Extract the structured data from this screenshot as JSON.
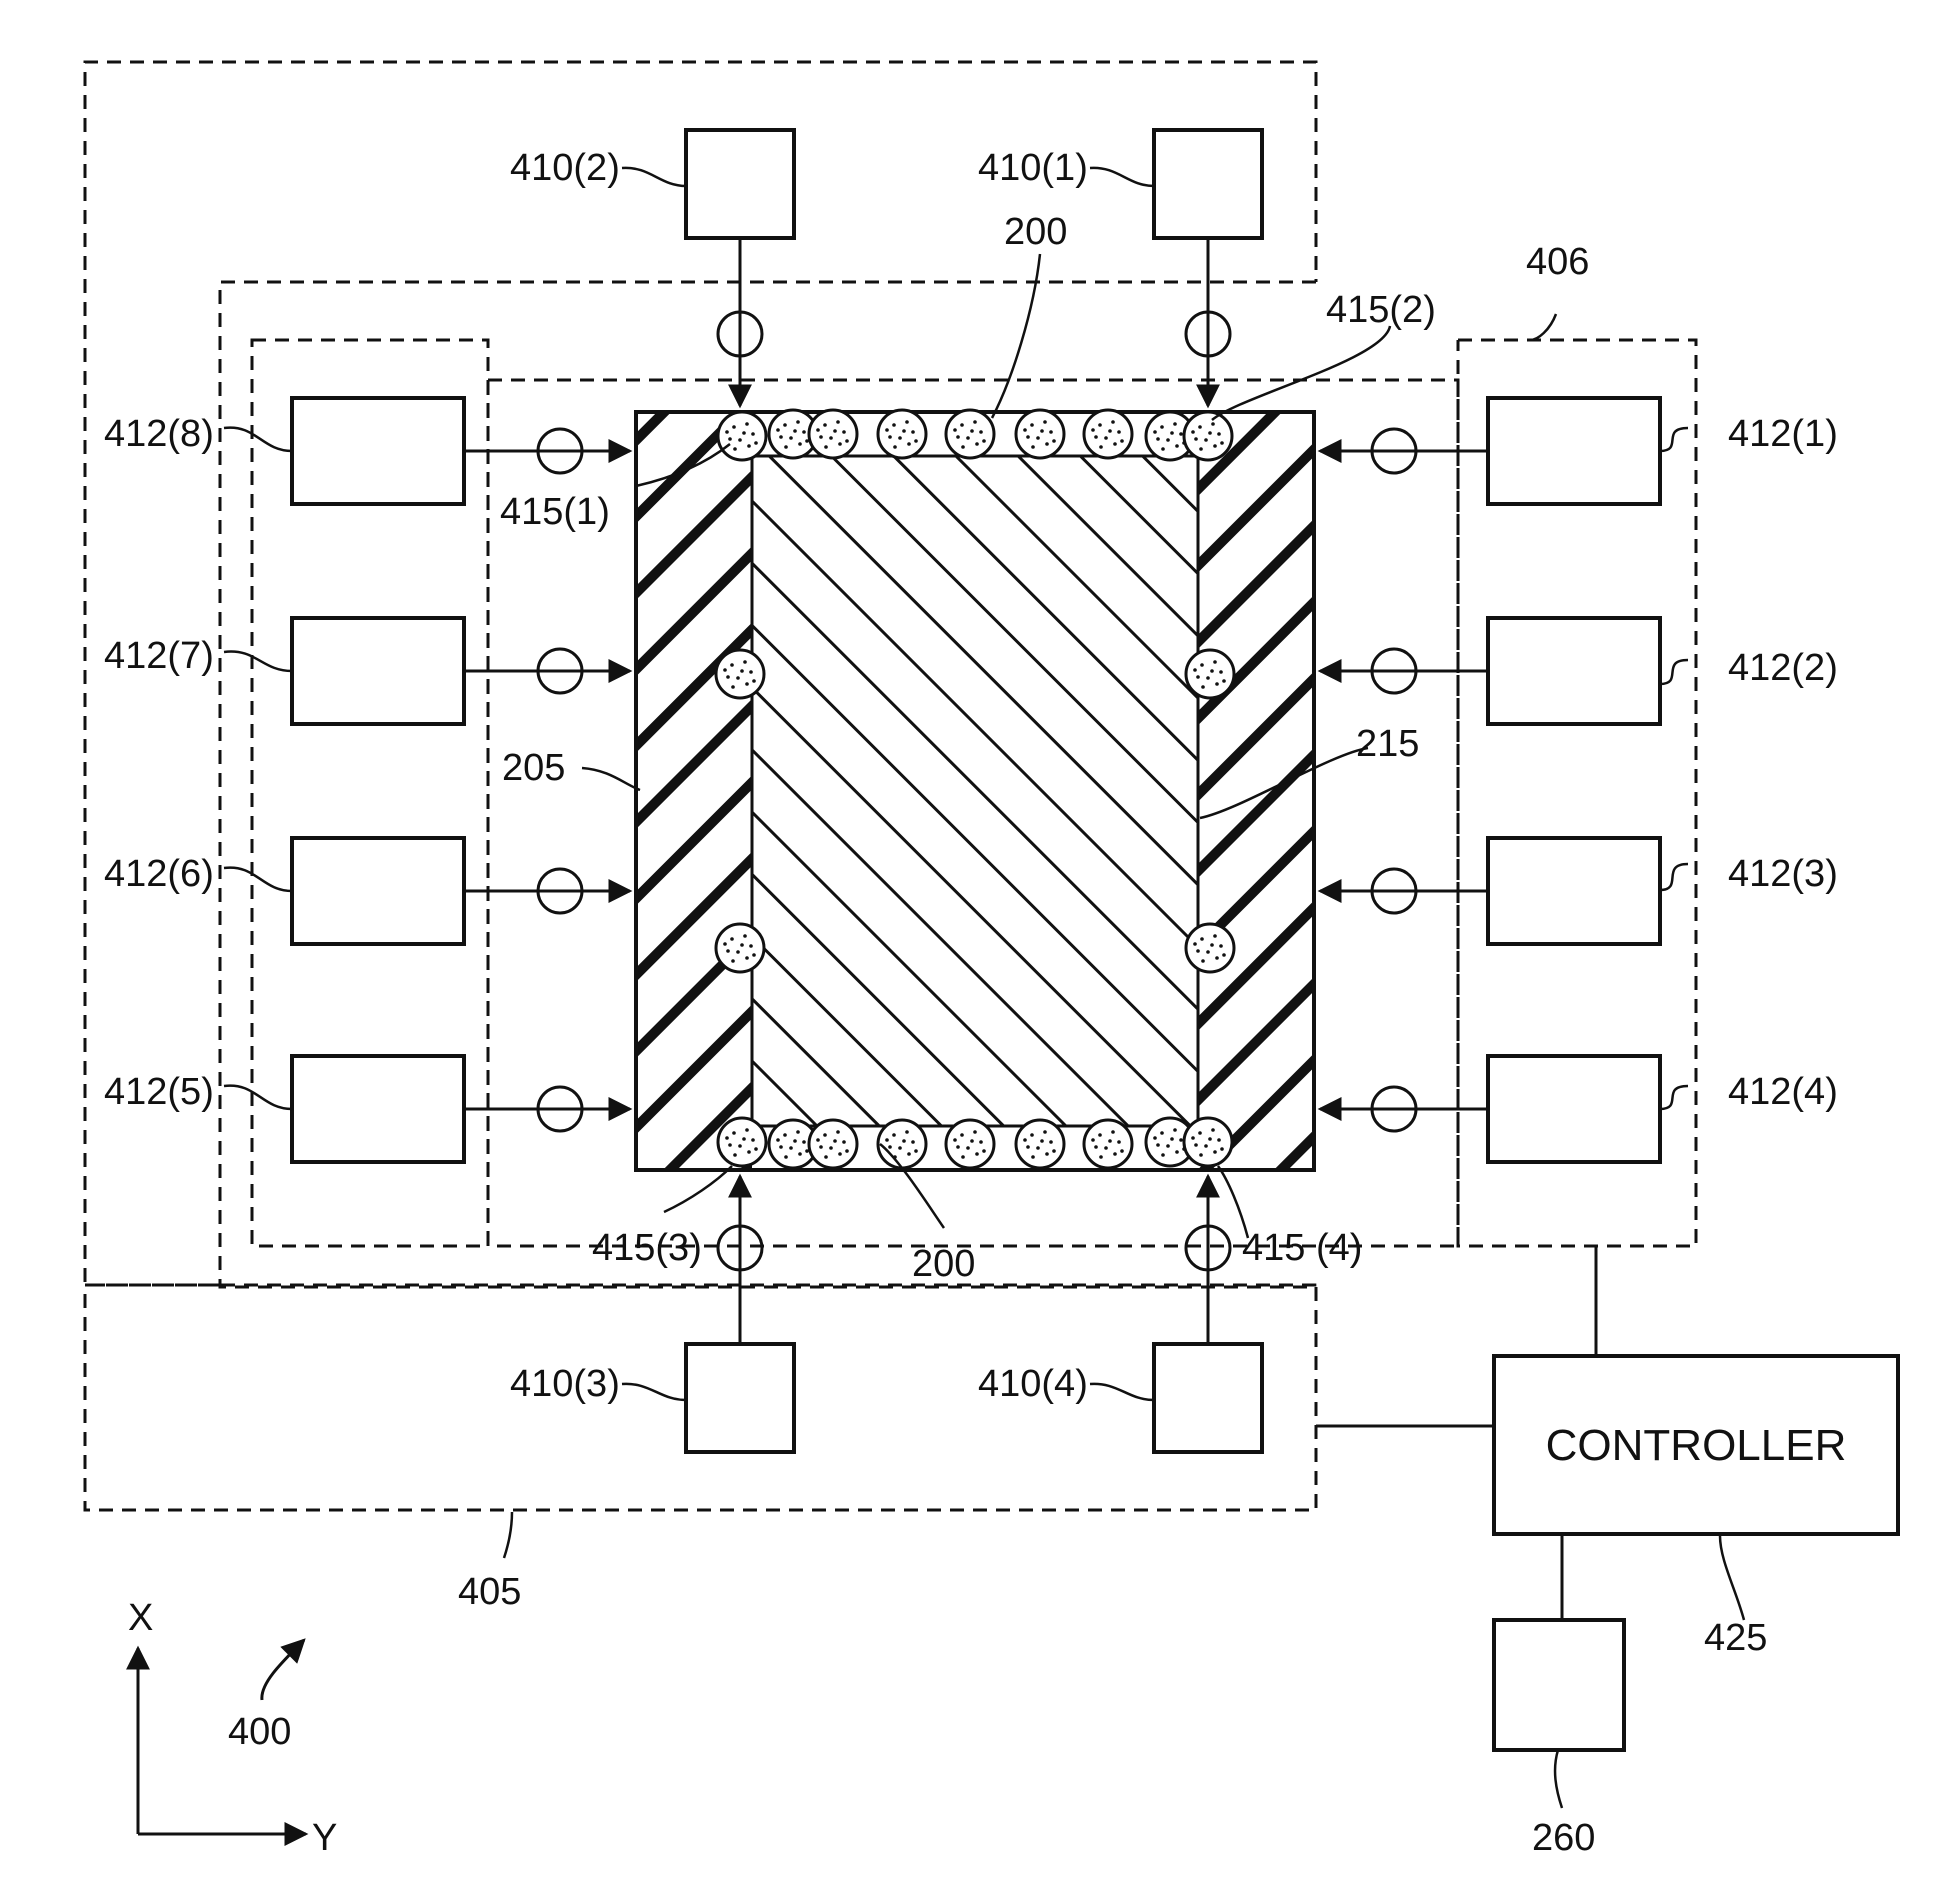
{
  "labels": {
    "l410_2": "410(2)",
    "l410_1": "410(1)",
    "l410_3": "410(3)",
    "l410_4": "410(4)",
    "l200_top": "200",
    "l200_bot": "200",
    "l406": "406",
    "l405": "405",
    "l415_1": "415(1)",
    "l415_2": "415(2)",
    "l415_3": "415(3)",
    "l415_4": "415 (4)",
    "l412_1": "412(1)",
    "l412_2": "412(2)",
    "l412_3": "412(3)",
    "l412_4": "412(4)",
    "l412_5": "412(5)",
    "l412_6": "412(6)",
    "l412_7": "412(7)",
    "l412_8": "412(8)",
    "l205": "205",
    "l215": "215",
    "l425": "425",
    "l260": "260",
    "l400": "400",
    "axis_x": "X",
    "axis_y": "Y"
  },
  "controller": {
    "label": "CONTROLLER"
  }
}
